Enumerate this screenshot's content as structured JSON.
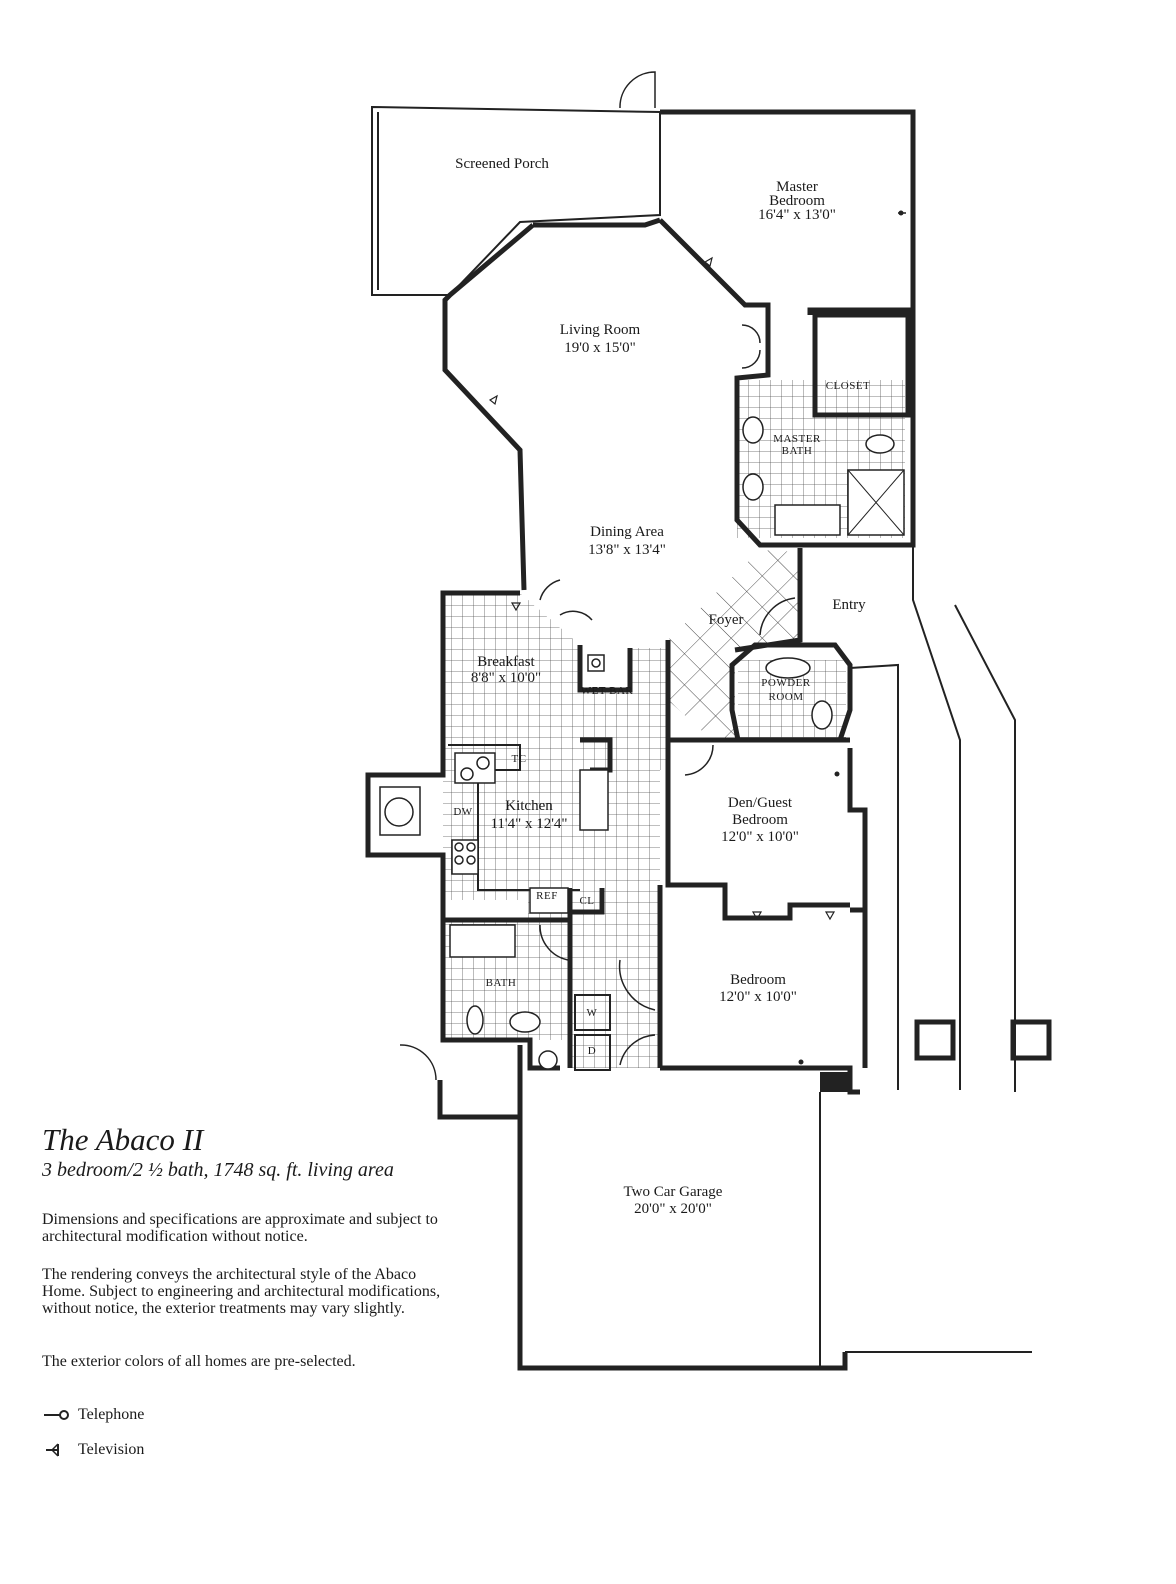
{
  "plan": {
    "title": "The Abaco II",
    "subtitle": "3 bedroom/2 ½ bath, 1748 sq. ft. living area",
    "notes": [
      "Dimensions and specifications are approximate and subject to architectural modification without notice.",
      "The rendering conveys the architectural style of the Abaco Home. Subject to engineering and architectural modifications, without notice, the exterior treatments may vary slightly.",
      "The exterior colors of all homes are pre-selected."
    ]
  },
  "rooms": {
    "screened_porch": {
      "name": "Screened Porch"
    },
    "master_bedroom": {
      "name_line1": "Master",
      "name_line2": "Bedroom",
      "dims": "16'4\" x 13'0\""
    },
    "living_room": {
      "name": "Living Room",
      "dims": "19'0 x 15'0\""
    },
    "closet": {
      "name": "CLOSET"
    },
    "master_bath": {
      "name_line1": "MASTER",
      "name_line2": "BATH"
    },
    "dining_area": {
      "name": "Dining Area",
      "dims": "13'8\" x 13'4\""
    },
    "entry": {
      "name": "Entry"
    },
    "foyer": {
      "name": "Foyer"
    },
    "breakfast": {
      "name": "Breakfast",
      "dims": "8'8\" x 10'0\""
    },
    "wet_bar": {
      "name": "WET BAR"
    },
    "powder_room": {
      "name_line1": "POWDER",
      "name_line2": "ROOM"
    },
    "kitchen": {
      "name": "Kitchen",
      "dims": "11'4\" x 12'4\""
    },
    "tc": {
      "name": "TC"
    },
    "dw": {
      "name": "DW"
    },
    "den_guest": {
      "name_line1": "Den/Guest",
      "name_line2": "Bedroom",
      "dims": "12'0\" x 10'0\""
    },
    "ref": {
      "name": "REF"
    },
    "cl": {
      "name": "CL"
    },
    "bath": {
      "name": "BATH"
    },
    "bedroom": {
      "name": "Bedroom",
      "dims": "12'0\" x 10'0\""
    },
    "washer": {
      "name": "W"
    },
    "dryer": {
      "name": "D"
    },
    "garage": {
      "name": "Two Car Garage",
      "dims": "20'0\" x 20'0\""
    }
  },
  "legend": {
    "telephone": "Telephone",
    "television": "Television"
  },
  "colors": {
    "ink": "#222222",
    "paper": "#ffffff"
  }
}
